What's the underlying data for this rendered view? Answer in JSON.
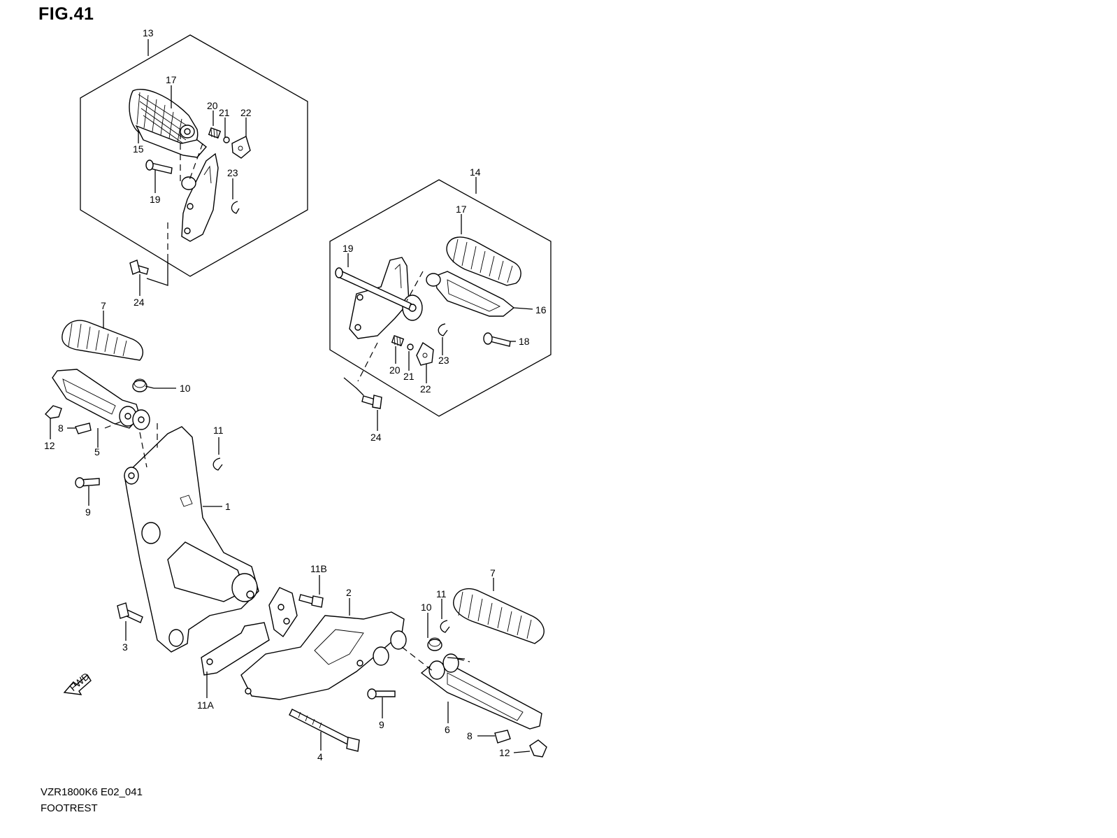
{
  "figure": {
    "title": "FIG.41",
    "model_code": "VZR1800K6 E02_041",
    "section_name": "FOOTREST",
    "fwd_label": "FWD"
  },
  "callouts": [
    {
      "id": "c13a",
      "text": "13"
    },
    {
      "id": "c17a",
      "text": "17"
    },
    {
      "id": "c20a",
      "text": "20"
    },
    {
      "id": "c21a",
      "text": "21"
    },
    {
      "id": "c22a",
      "text": "22"
    },
    {
      "id": "c15",
      "text": "15"
    },
    {
      "id": "c19a",
      "text": "19"
    },
    {
      "id": "c23a",
      "text": "23"
    },
    {
      "id": "c24a",
      "text": "24"
    },
    {
      "id": "c14",
      "text": "14"
    },
    {
      "id": "c17b",
      "text": "17"
    },
    {
      "id": "c19b",
      "text": "19"
    },
    {
      "id": "c16",
      "text": "16"
    },
    {
      "id": "c18",
      "text": "18"
    },
    {
      "id": "c23b",
      "text": "23"
    },
    {
      "id": "c20b",
      "text": "20"
    },
    {
      "id": "c21b",
      "text": "21"
    },
    {
      "id": "c22b",
      "text": "22"
    },
    {
      "id": "c24b",
      "text": "24"
    },
    {
      "id": "c7a",
      "text": "7"
    },
    {
      "id": "c10a",
      "text": "10"
    },
    {
      "id": "c8a",
      "text": "8"
    },
    {
      "id": "c12a",
      "text": "12"
    },
    {
      "id": "c5",
      "text": "5"
    },
    {
      "id": "c11a",
      "text": "11"
    },
    {
      "id": "c9a",
      "text": "9"
    },
    {
      "id": "c1",
      "text": "1"
    },
    {
      "id": "c11B",
      "text": "11B"
    },
    {
      "id": "c2",
      "text": "2"
    },
    {
      "id": "c11b",
      "text": "11"
    },
    {
      "id": "c10b",
      "text": "10"
    },
    {
      "id": "c7b",
      "text": "7"
    },
    {
      "id": "c3",
      "text": "3"
    },
    {
      "id": "c11A",
      "text": "11A"
    },
    {
      "id": "c9b",
      "text": "9"
    },
    {
      "id": "c6",
      "text": "6"
    },
    {
      "id": "c8b",
      "text": "8"
    },
    {
      "id": "c12b",
      "text": "12"
    },
    {
      "id": "c4",
      "text": "4"
    }
  ]
}
